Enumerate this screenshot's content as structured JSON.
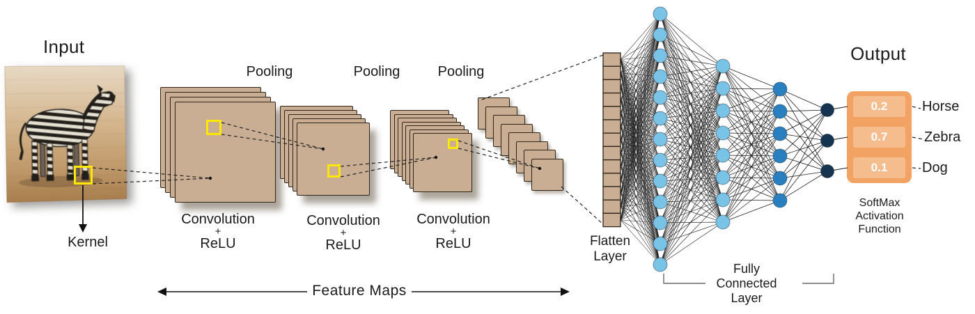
{
  "labels": {
    "input": "Input",
    "kernel": "Kernel",
    "pooling": [
      "Pooling",
      "Pooling",
      "Pooling"
    ],
    "conv_relu": {
      "line1": "Convolution",
      "line2": "+",
      "line3": "ReLU"
    },
    "feature_maps": "Feature Maps",
    "flatten": {
      "line1": "Flatten",
      "line2": "Layer"
    },
    "fully_connected": {
      "line1": "Fully",
      "line2": "Connected",
      "line3": "Layer"
    },
    "output": "Output",
    "softmax": {
      "line1": "SoftMax",
      "line2": "Activation",
      "line3": "Function"
    }
  },
  "outputs": [
    {
      "score": "0.2",
      "class": "Horse"
    },
    {
      "score": "0.7",
      "class": "Zebra"
    },
    {
      "score": "0.1",
      "class": "Dog"
    }
  ],
  "architecture": {
    "conv_stacks": [
      4,
      5,
      7
    ],
    "pooled_cascade": 8,
    "flatten_cells": 13,
    "fc_layers": [
      13,
      8,
      6,
      3
    ]
  },
  "colors": {
    "feature_map": "#c9ae93",
    "feature_map_border": "#2e241a",
    "kernel_yellow": "#ffe800",
    "node_light": "#79c3e6",
    "node_mid": "#2a7fc1",
    "node_dark": "#16344f",
    "output_box": "#f2a263",
    "line": "#1c1c1c"
  }
}
